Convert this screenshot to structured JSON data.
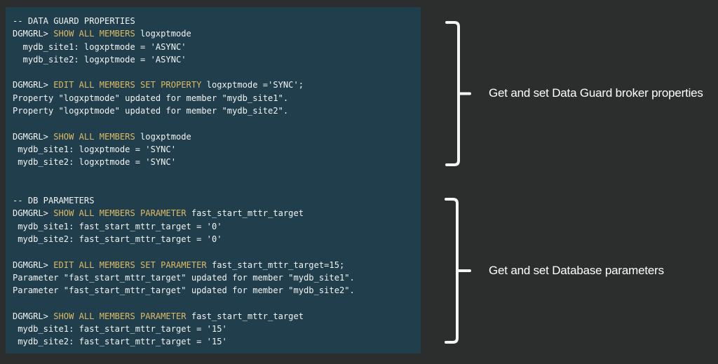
{
  "colors": {
    "page_background": "#2c2e2e",
    "terminal_background": "#213e4c",
    "terminal_text": "#f2f4f4",
    "keyword_highlight": "#dcba66",
    "annotation_text": "#ffffff",
    "brace": "#f5f5f5"
  },
  "terminal": {
    "lines": [
      {
        "segments": [
          {
            "text": "-- DATA GUARD PROPERTIES",
            "style": "plain"
          }
        ]
      },
      {
        "segments": [
          {
            "text": "DGMGRL> ",
            "style": "plain"
          },
          {
            "text": "SHOW ALL MEMBERS",
            "style": "keyword"
          },
          {
            "text": " logxptmode",
            "style": "plain"
          }
        ]
      },
      {
        "segments": [
          {
            "text": "  mydb_site1: logxptmode = 'ASYNC'",
            "style": "plain"
          }
        ]
      },
      {
        "segments": [
          {
            "text": "  mydb_site2: logxptmode = 'ASYNC'",
            "style": "plain"
          }
        ]
      },
      {
        "segments": []
      },
      {
        "segments": [
          {
            "text": "DGMGRL> ",
            "style": "plain"
          },
          {
            "text": "EDIT ALL MEMBERS SET PROPERTY",
            "style": "keyword"
          },
          {
            "text": " logxptmode ='SYNC';",
            "style": "plain"
          }
        ]
      },
      {
        "segments": [
          {
            "text": "Property \"logxptmode\" updated for member \"mydb_site1\".",
            "style": "plain"
          }
        ]
      },
      {
        "segments": [
          {
            "text": "Property \"logxptmode\" updated for member \"mydb_site2\".",
            "style": "plain"
          }
        ]
      },
      {
        "segments": []
      },
      {
        "segments": [
          {
            "text": "DGMGRL> ",
            "style": "plain"
          },
          {
            "text": "SHOW ALL MEMBERS",
            "style": "keyword"
          },
          {
            "text": " logxptmode",
            "style": "plain"
          }
        ]
      },
      {
        "segments": [
          {
            "text": " mydb_site1: logxptmode = 'SYNC'",
            "style": "plain"
          }
        ]
      },
      {
        "segments": [
          {
            "text": " mydb_site2: logxptmode = 'SYNC'",
            "style": "plain"
          }
        ]
      },
      {
        "segments": []
      },
      {
        "segments": []
      },
      {
        "segments": [
          {
            "text": "-- DB PARAMETERS",
            "style": "plain"
          }
        ]
      },
      {
        "segments": [
          {
            "text": "DGMGRL> ",
            "style": "plain"
          },
          {
            "text": "SHOW ALL MEMBERS PARAMETER",
            "style": "keyword"
          },
          {
            "text": " fast_start_mttr_target",
            "style": "plain"
          }
        ]
      },
      {
        "segments": [
          {
            "text": " mydb_site1: fast_start_mttr_target = '0'",
            "style": "plain"
          }
        ]
      },
      {
        "segments": [
          {
            "text": " mydb_site2: fast_start_mttr_target = '0'",
            "style": "plain"
          }
        ]
      },
      {
        "segments": []
      },
      {
        "segments": [
          {
            "text": "DGMGRL> ",
            "style": "plain"
          },
          {
            "text": "EDIT ALL MEMBERS SET PARAMETER",
            "style": "keyword"
          },
          {
            "text": " fast_start_mttr_target=15;",
            "style": "plain"
          }
        ]
      },
      {
        "segments": [
          {
            "text": "Parameter \"fast_start_mttr_target\" updated for member \"mydb_site1\".",
            "style": "plain"
          }
        ]
      },
      {
        "segments": [
          {
            "text": "Parameter \"fast_start_mttr_target\" updated for member \"mydb_site2\".",
            "style": "plain"
          }
        ]
      },
      {
        "segments": []
      },
      {
        "segments": [
          {
            "text": "DGMGRL> ",
            "style": "plain"
          },
          {
            "text": "SHOW ALL MEMBERS PARAMETER",
            "style": "keyword"
          },
          {
            "text": " fast_start_mttr_target",
            "style": "plain"
          }
        ]
      },
      {
        "segments": [
          {
            "text": " mydb_site1: fast_start_mttr_target = '15'",
            "style": "plain"
          }
        ]
      },
      {
        "segments": [
          {
            "text": " mydb_site2: fast_start_mttr_target = '15'",
            "style": "plain"
          }
        ]
      }
    ]
  },
  "annotations": [
    {
      "label": "Get and set Data Guard broker properties"
    },
    {
      "label": "Get and set Database parameters"
    }
  ]
}
